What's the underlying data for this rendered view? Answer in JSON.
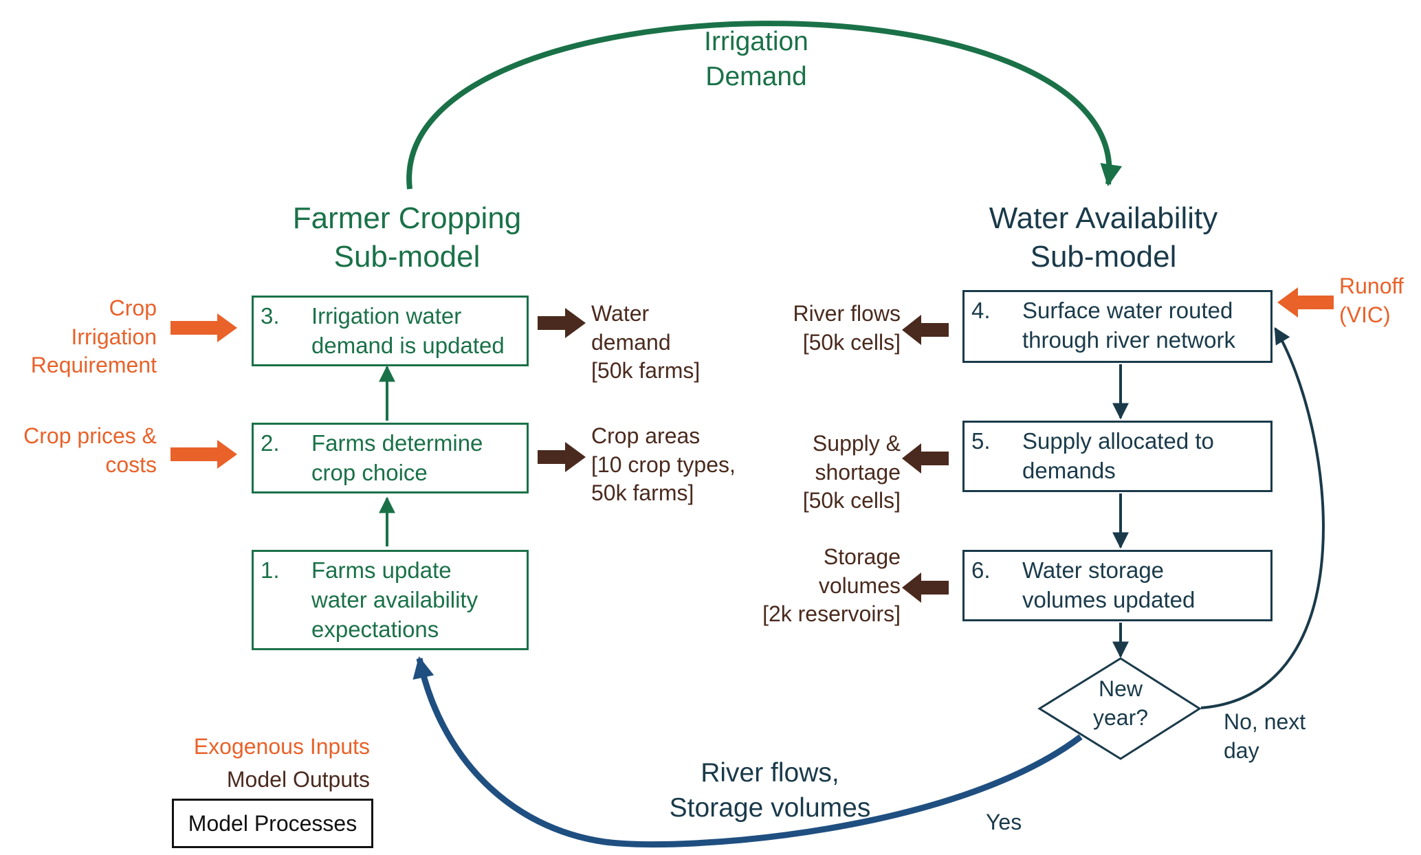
{
  "top_arc_label": "Irrigation\nDemand",
  "bottom_arc_label": "River flows,\nStorage volumes",
  "farmer_title": "Farmer Cropping\nSub-model",
  "water_title": "Water Availability\nSub-model",
  "farmer_steps": [
    {
      "num": "3.",
      "text": "Irrigation water\ndemand is updated"
    },
    {
      "num": "2.",
      "text": "Farms determine\ncrop choice"
    },
    {
      "num": "1.",
      "text": "Farms update\nwater availability\nexpectations"
    }
  ],
  "water_steps": [
    {
      "num": "4.",
      "text": "Surface water routed\nthrough river network"
    },
    {
      "num": "5.",
      "text": "Supply allocated to\ndemands"
    },
    {
      "num": "6.",
      "text": "Water storage\nvolumes updated"
    }
  ],
  "decision": "New\nyear?",
  "decision_no": "No, next\nday",
  "decision_yes": "Yes",
  "inputs": {
    "crop_irrigation": "Crop\nIrrigation\nRequirement",
    "crop_prices": "Crop prices &\ncosts",
    "runoff": "Runoff\n(VIC)"
  },
  "outputs": {
    "water_demand": "Water\ndemand\n[50k farms]",
    "crop_areas": "Crop areas\n[10 crop types,\n50k farms]",
    "river_flows": "River flows\n[50k cells]",
    "supply_shortage": "Supply &\nshortage\n[50k cells]",
    "storage_volumes": "Storage\nvolumes\n[2k reservoirs]"
  },
  "legend": {
    "inputs": "Exogenous Inputs",
    "outputs": "Model Outputs",
    "processes": "Model Processes"
  },
  "colors": {
    "farmer_green": "#1a7148",
    "water_navy": "#1a3a4a",
    "input_orange": "#e8622a",
    "output_brown": "#4a2a1e",
    "return_blue": "#1f4f80"
  }
}
